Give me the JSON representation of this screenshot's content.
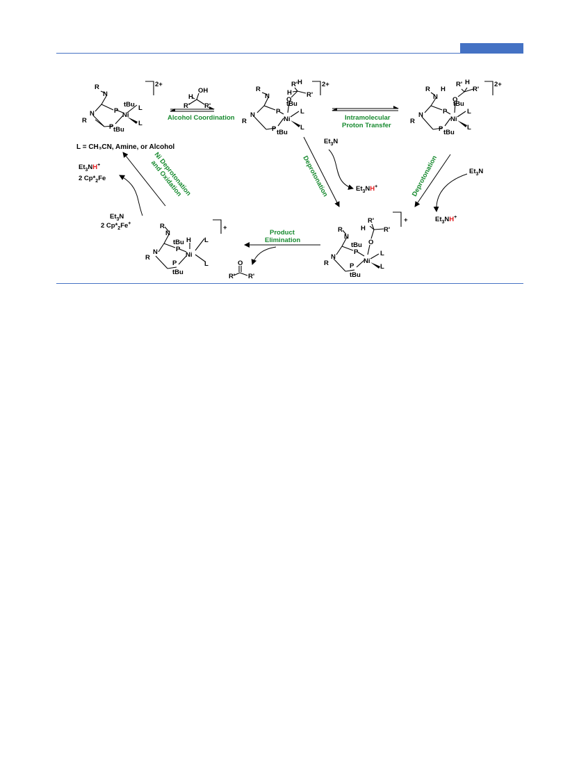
{
  "colors": {
    "rule": "#4472c4",
    "tab": "#4472c4",
    "nitrogen": "#1f2bd1",
    "hydrogen": "#e0191b",
    "label_green": "#178a2f",
    "ink": "#000000"
  },
  "atoms": {
    "N": "N",
    "P": "P",
    "Ni": "Ni",
    "L": "L",
    "R": "R",
    "tBu": "tBu",
    "H": "H",
    "O": "O",
    "OH": "OH",
    "Rp": "R'"
  },
  "charges": {
    "two_plus": "2+",
    "plus": "+"
  },
  "ligand_definition": "L = CH₃CN, Amine, or Alcohol",
  "labels": {
    "alcohol_coordination": "Alcohol Coordination",
    "intramolecular_1": "Intramolecular",
    "intramolecular_2": "Proton Transfer",
    "deprotonation": "Deprotonation",
    "ni_deprot_1": "Ni Deprotonation",
    "ni_deprot_2": "and Oxidation",
    "product_1": "Product",
    "product_2": "Elimination"
  },
  "reagents": {
    "et3n": {
      "main": "Et",
      "sub": "3",
      "tail": "N"
    },
    "et3nh": {
      "main": "Et",
      "sub": "3",
      "tail": "N",
      "h": "H",
      "sup": "+"
    },
    "cp_fe": {
      "pre": "2 Cp*",
      "sub": "2",
      "tail": "Fe"
    },
    "cp_fe_plus": {
      "pre": "2 Cp*",
      "sub": "2",
      "tail": "Fe",
      "sup": "+"
    }
  }
}
